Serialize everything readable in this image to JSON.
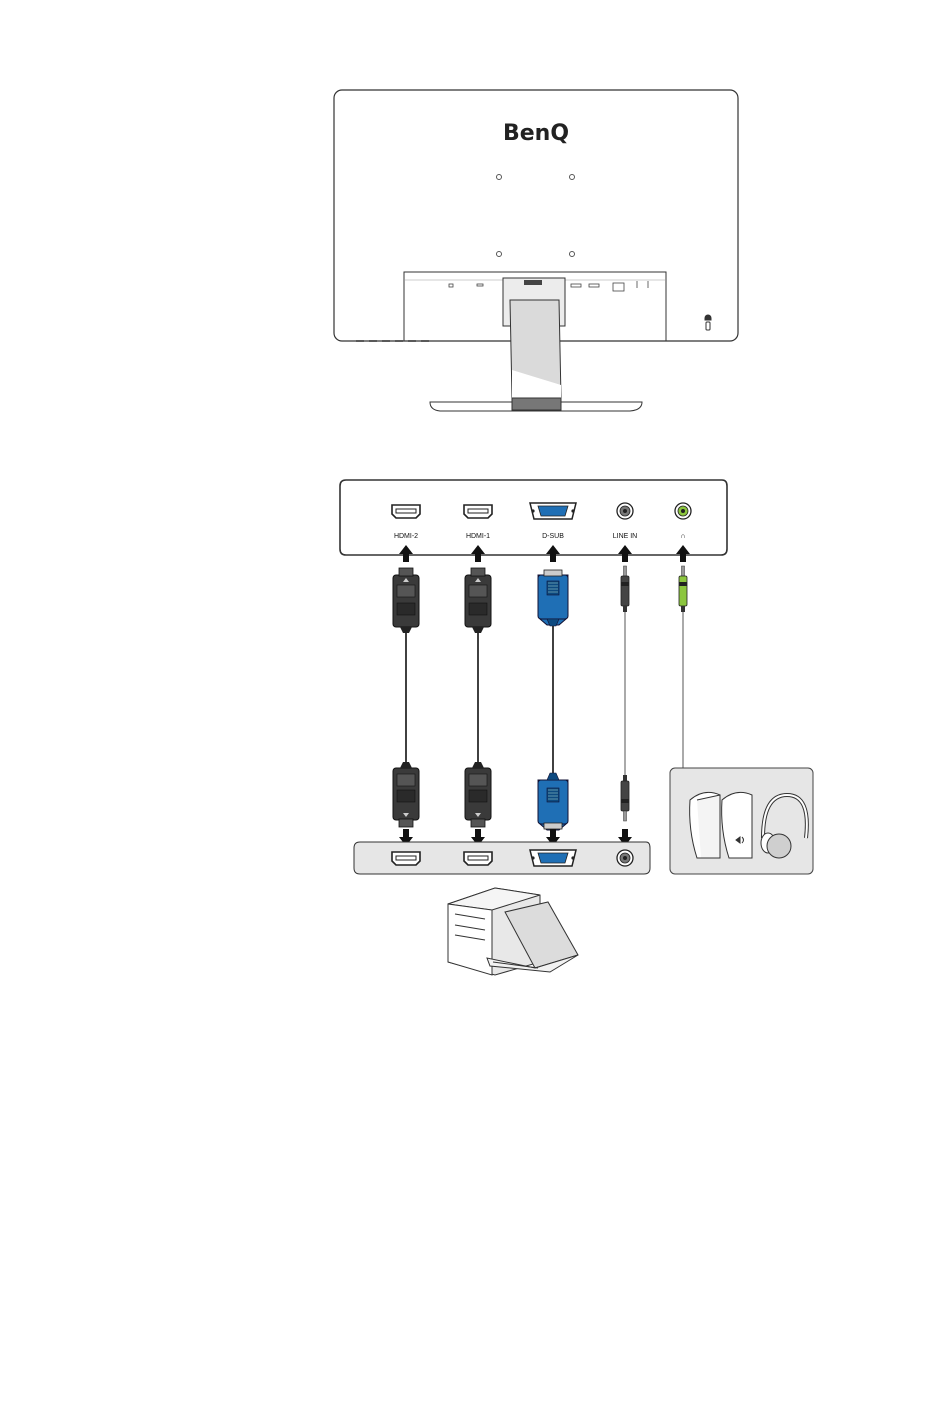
{
  "brand": "BenQ",
  "monitor_ports": [
    {
      "id": "hdmi2",
      "label": "HDMI-2",
      "kind": "hdmi"
    },
    {
      "id": "hdmi1",
      "label": "HDMI-1",
      "kind": "hdmi"
    },
    {
      "id": "dsub",
      "label": "D-SUB",
      "kind": "vga"
    },
    {
      "id": "linein",
      "label": "LINE IN",
      "kind": "audio"
    },
    {
      "id": "headphone",
      "label": "∩",
      "kind": "audio-green"
    }
  ],
  "cables": [
    {
      "id": "hdmi2",
      "type": "hdmi"
    },
    {
      "id": "hdmi1",
      "type": "hdmi"
    },
    {
      "id": "dsub",
      "type": "vga"
    },
    {
      "id": "linein",
      "type": "audio"
    },
    {
      "id": "headphone",
      "type": "audio-green"
    }
  ],
  "colors": {
    "line": "#333333",
    "vga_blue": "#1f6fb5",
    "hdmi_dark": "#3a3a3a",
    "audio_green": "#8cc63f",
    "panel_grey": "#e6e6e6"
  },
  "icons": [
    "speakers-icon",
    "headphones-icon",
    "desktop-computer-icon",
    "laptop-icon",
    "lock-icon"
  ]
}
